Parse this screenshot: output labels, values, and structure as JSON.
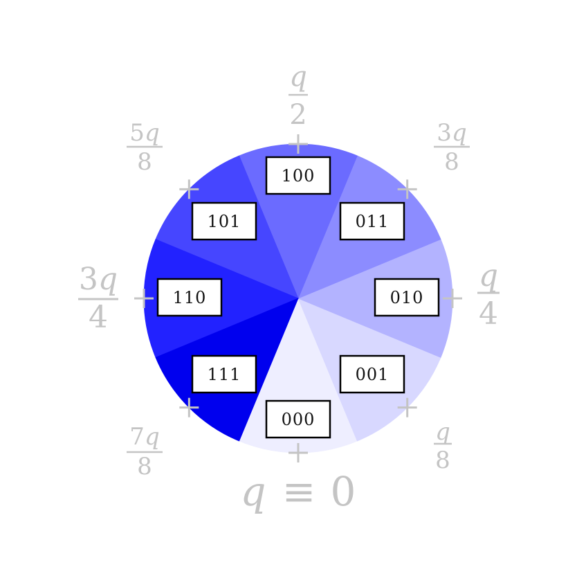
{
  "colors": {
    "tick": "#c4c4c4",
    "label": "#c4c4c4",
    "box_stroke": "#000000",
    "box_fill": "#ffffff"
  },
  "sectors": [
    {
      "code": "000",
      "color": "#eeeeff"
    },
    {
      "code": "001",
      "color": "#d8d8ff"
    },
    {
      "code": "010",
      "color": "#b3b3ff"
    },
    {
      "code": "011",
      "color": "#8c8cff"
    },
    {
      "code": "100",
      "color": "#6b6bff"
    },
    {
      "code": "101",
      "color": "#4646ff"
    },
    {
      "code": "110",
      "color": "#2222ff"
    },
    {
      "code": "111",
      "color": "#0000ee"
    }
  ],
  "tick_labels": {
    "zero": {
      "left": "q",
      "op": "≡",
      "right": "0"
    },
    "q8": {
      "num": "q",
      "den": "8"
    },
    "q4": {
      "num": "q",
      "den": "4"
    },
    "3q8": {
      "num_coef": "3",
      "num_var": "q",
      "den": "8"
    },
    "q2": {
      "num": "q",
      "den": "2"
    },
    "5q8": {
      "num_coef": "5",
      "num_var": "q",
      "den": "8"
    },
    "3q4": {
      "num_coef": "3",
      "num_var": "q",
      "den": "4"
    },
    "7q8": {
      "num_coef": "7",
      "num_var": "q",
      "den": "8"
    }
  }
}
